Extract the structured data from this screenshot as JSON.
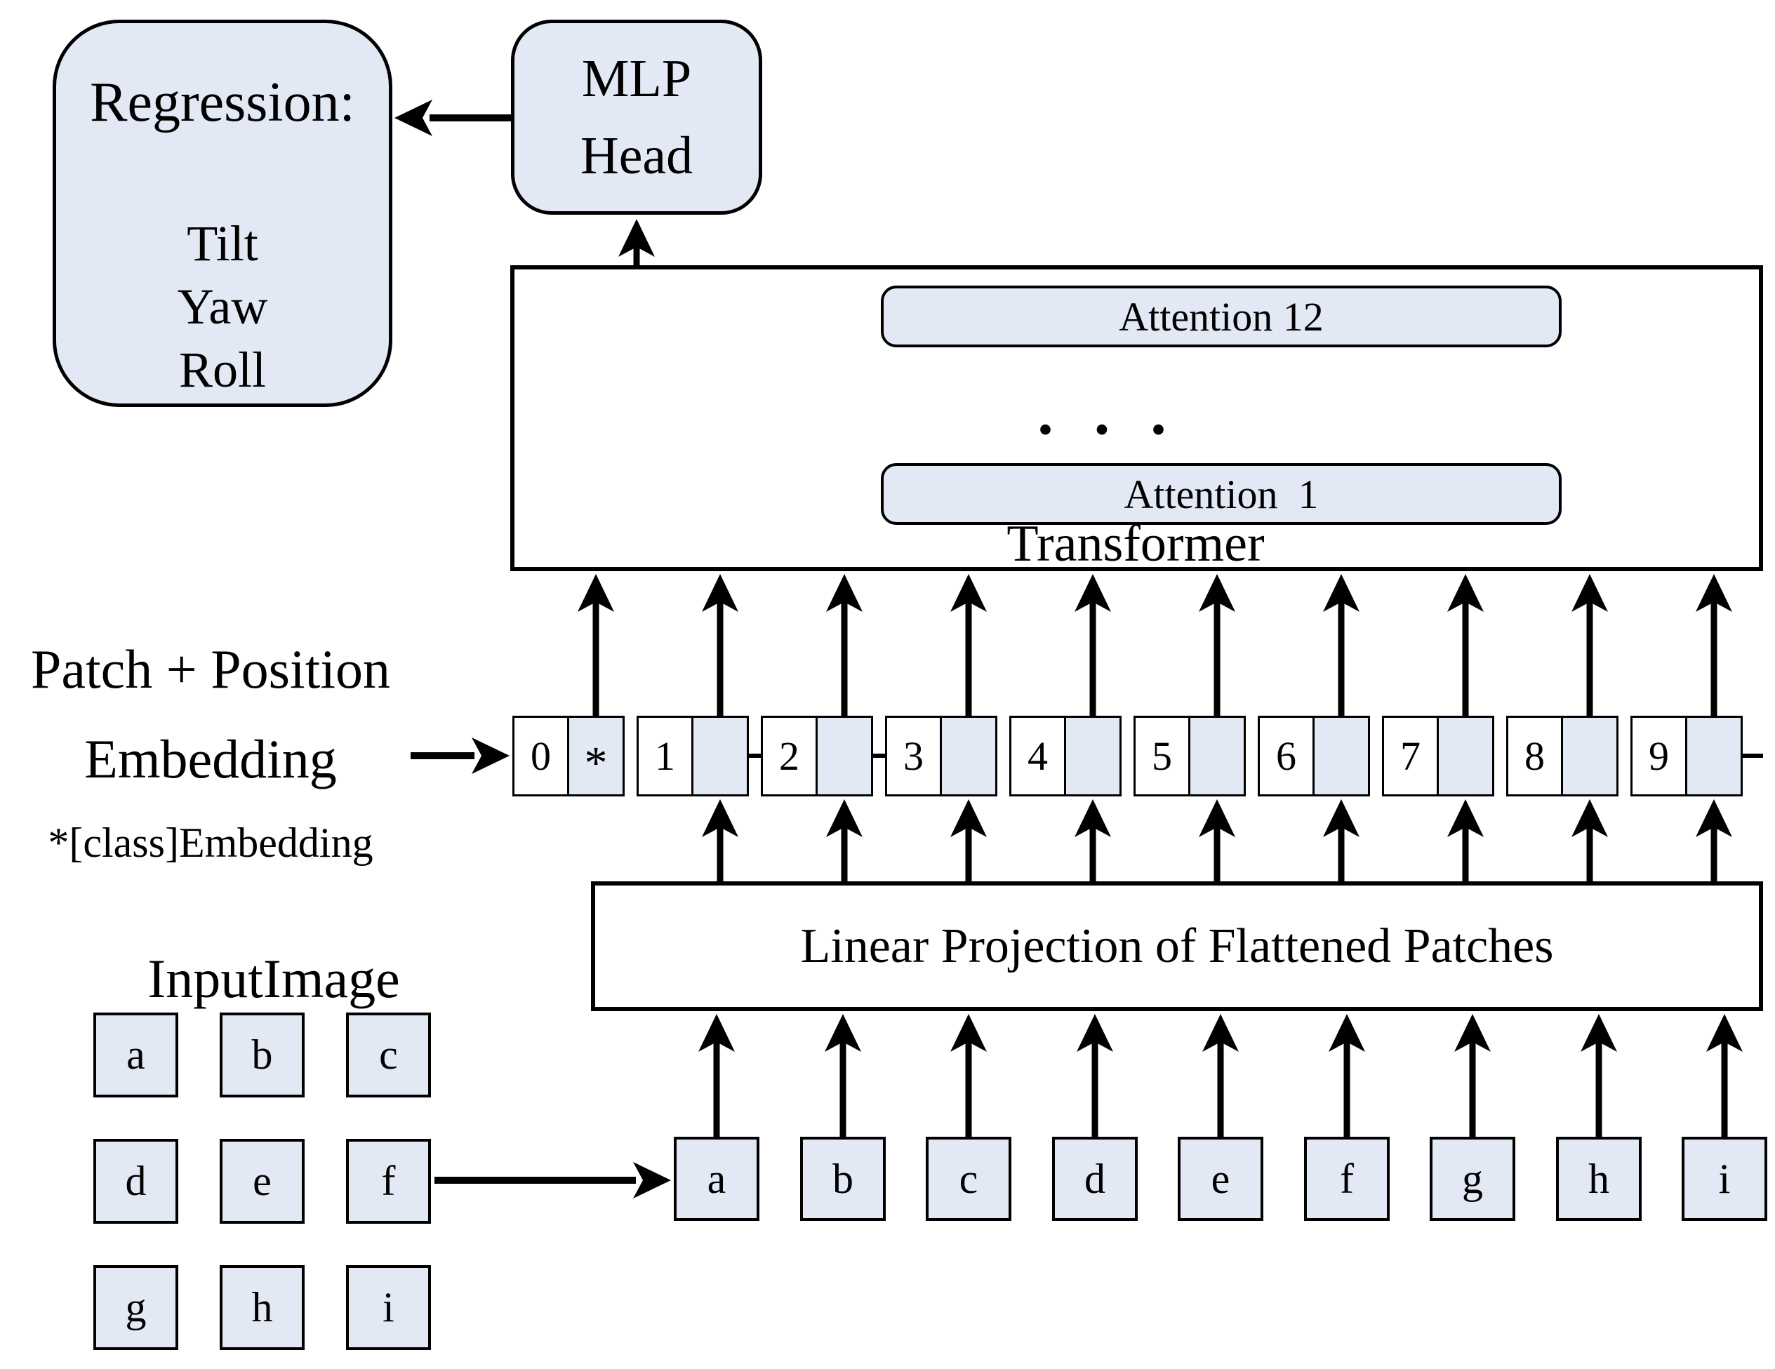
{
  "regression": {
    "title": "Regression:",
    "outputs": [
      "Tilt",
      "Yaw",
      "Roll"
    ]
  },
  "mlp_head": {
    "line1": "MLP",
    "line2": "Head"
  },
  "transformer": {
    "label": "Transformer",
    "attention_top": "Attention 12",
    "attention_bottom": "Attention  1",
    "ellipsis": "· · ·"
  },
  "embedding": {
    "label_line1": "Patch + Position",
    "label_line2": "Embedding",
    "class_note": "*[class]Embedding",
    "class_token_mark": "*",
    "tokens": [
      "0",
      "1",
      "2",
      "3",
      "4",
      "5",
      "6",
      "7",
      "8",
      "9"
    ]
  },
  "linear_projection": {
    "label": "Linear Projection of Flattened Patches"
  },
  "flattened_patches": [
    "a",
    "b",
    "c",
    "d",
    "e",
    "f",
    "g",
    "h",
    "i"
  ],
  "input_image": {
    "label": "InputImage",
    "grid": [
      [
        "a",
        "b",
        "c"
      ],
      [
        "d",
        "e",
        "f"
      ],
      [
        "g",
        "h",
        "i"
      ]
    ]
  },
  "colors": {
    "box_fill": "#e2e9f5",
    "stroke": "#000000",
    "background": "#ffffff"
  }
}
